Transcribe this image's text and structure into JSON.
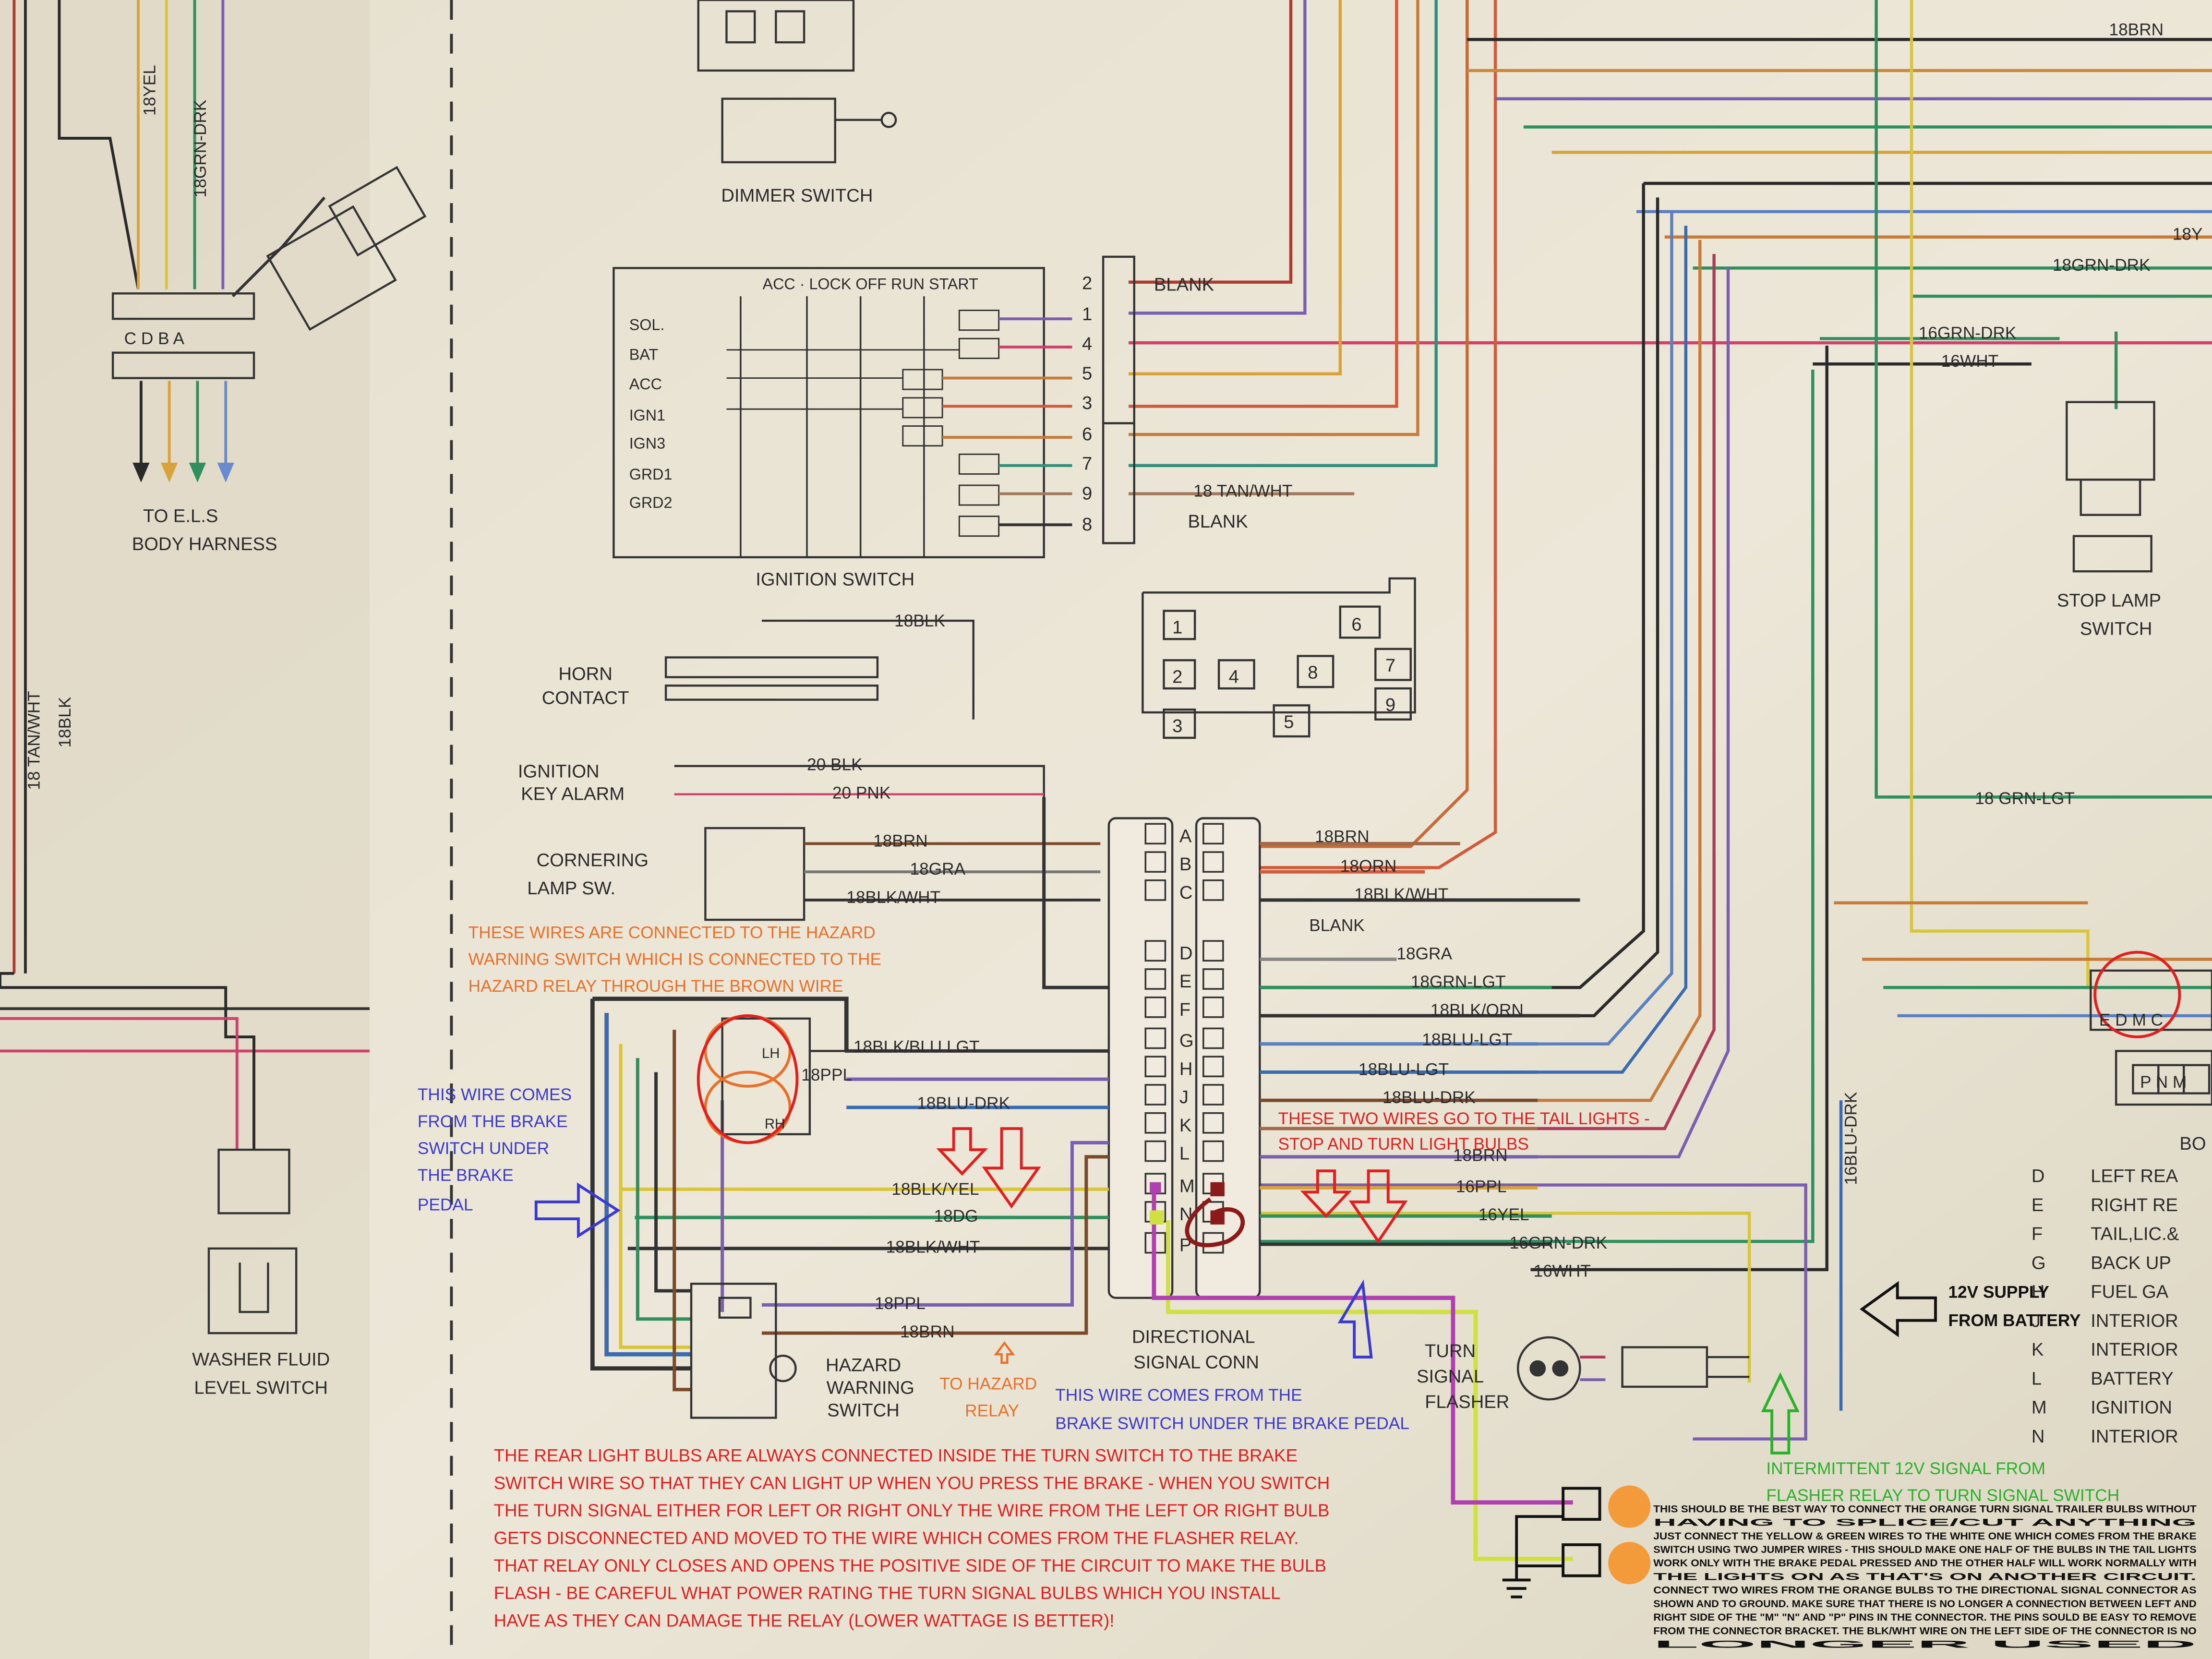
{
  "printed": {
    "v_18yel": "18YEL",
    "v_18grn_drk": "18GRN-DRK",
    "v_18tan_wht": "18 TAN/WHT",
    "v_18blk": "18BLK",
    "v_16blu_drk": "16BLU-DRK",
    "cdba": "C  D  B  A",
    "to_els": "TO E.L.S",
    "body_harness": "BODY HARNESS",
    "washer_fluid": "WASHER FLUID",
    "level_switch": "LEVEL SWITCH",
    "dimmer_switch": "DIMMER SWITCH",
    "ign_positions": "ACC · LOCK OFF RUN START",
    "sol": "SOL.",
    "bat": "BAT",
    "acc": "ACC",
    "ign1": "IGN1",
    "ign3": "IGN3",
    "grd1": "GRD1",
    "grd2": "GRD2",
    "ignition_switch": "IGNITION SWITCH",
    "blank": "BLANK",
    "tan_wht_18": "18 TAN/WHT",
    "blk_18": "18BLK",
    "horn": "HORN",
    "contact": "CONTACT",
    "blk_20": "20 BLK",
    "pnk_20": "20 PNK",
    "ignition": "IGNITION",
    "key_alarm": "KEY ALARM",
    "cornering": "CORNERING",
    "lamp_sw": "LAMP  SW.",
    "brn_18": "18BRN",
    "gra_18": "18GRA",
    "orn_18": "18ORN",
    "blk_wht_18": "18BLK/WHT",
    "blk_blu_lgt_18": "18BLK/BLU LGT",
    "ppl_18": "18PPL",
    "blu_drk_18": "18BLU-DRK",
    "blk_yel_18": "18BLK/YEL",
    "dg_18": "18DG",
    "grn_lgt_18": "18GRN-LGT",
    "grn_lgt_18_sp": "18 GRN-LGT",
    "blk_orn_18": "18BLK/ORN",
    "blu_lgt_18": "18BLU-LGT",
    "grn_drk_18": "18GRN-DRK",
    "ppl_16": "16PPL",
    "yel_16": "16YEL",
    "grn_drk_16": "16GRN-DRK",
    "wht_16": "16WHT",
    "y_18": "18Y",
    "lh": "LH",
    "rh": "RH",
    "hazard": "HAZARD",
    "warning": "WARNING",
    "switch": "SWITCH",
    "directional": "DIRECTIONAL",
    "signal_conn": "SIGNAL CONN",
    "stop_lamp": "STOP LAMP",
    "turn": "TURN",
    "signal": "SIGNAL",
    "flasher": "FLASHER",
    "edm": "E D M C",
    "pnm": "P N M",
    "bo": "BO"
  },
  "ignition_terminals": [
    "2",
    "1",
    "4",
    "5",
    "3",
    "6",
    "7",
    "9",
    "8"
  ],
  "fuse_numbers": [
    "1",
    "6",
    "2",
    "4",
    "8",
    "7",
    "9",
    "3",
    "5"
  ],
  "connector_pins": {
    "left": [
      "A",
      "B",
      "C",
      "D",
      "E",
      "F",
      "G",
      "H",
      "J",
      "K",
      "L",
      "M",
      "N",
      "P"
    ]
  },
  "legend": [
    {
      "letter": "D",
      "text": "LEFT REA"
    },
    {
      "letter": "E",
      "text": "RIGHT RE"
    },
    {
      "letter": "F",
      "text": "TAIL,LIC.&"
    },
    {
      "letter": "G",
      "text": "BACK UP"
    },
    {
      "letter": "H",
      "text": "FUEL GA"
    },
    {
      "letter": "J",
      "text": "INTERIOR"
    },
    {
      "letter": "K",
      "text": "INTERIOR"
    },
    {
      "letter": "L",
      "text": "BATTERY"
    },
    {
      "letter": "M",
      "text": "IGNITION"
    },
    {
      "letter": "N",
      "text": "INTERIOR"
    }
  ],
  "notes": {
    "hazard": [
      "THESE WIRES ARE CONNECTED TO THE HAZARD",
      "WARNING SWITCH WHICH IS CONNECTED TO THE",
      "HAZARD RELAY THROUGH THE BROWN WIRE"
    ],
    "brake_left": [
      "THIS WIRE COMES",
      "FROM THE BRAKE",
      "SWITCH UNDER",
      "THE BRAKE",
      "PEDAL"
    ],
    "tail_lights": [
      "THESE TWO WIRES GO TO THE TAIL LIGHTS -",
      "STOP AND TURN LIGHT BULBS"
    ],
    "to_hazard": [
      "TO HAZARD",
      "RELAY"
    ],
    "brake_bottom": [
      "THIS WIRE COMES FROM THE",
      "BRAKE SWITCH UNDER THE BRAKE PEDAL"
    ],
    "supply": [
      "12V SUPPLY",
      "FROM BATTERY"
    ],
    "flasher": [
      "INTERMITTENT 12V SIGNAL FROM",
      "FLASHER RELAY TO TURN SIGNAL SWITCH"
    ],
    "rear_bulbs": [
      "THE REAR LIGHT BULBS ARE ALWAYS CONNECTED INSIDE THE TURN SWITCH TO THE BRAKE",
      "SWITCH WIRE SO THAT THEY CAN LIGHT UP WHEN YOU PRESS THE BRAKE - WHEN YOU SWITCH",
      "THE TURN SIGNAL EITHER FOR LEFT OR RIGHT ONLY THE WIRE FROM THE LEFT OR RIGHT BULB",
      "GETS DISCONNECTED AND MOVED TO THE WIRE WHICH COMES FROM THE FLASHER RELAY.",
      "THAT RELAY ONLY CLOSES AND OPENS THE POSITIVE SIDE OF THE CIRCUIT TO MAKE THE BULB",
      "FLASH - BE CAREFUL WHAT POWER RATING THE TURN SIGNAL BULBS WHICH YOU INSTALL",
      "HAVE AS THEY CAN DAMAGE THE RELAY (LOWER WATTAGE IS BETTER)!"
    ],
    "jumper": [
      "THIS SHOULD BE THE BEST WAY TO CONNECT THE ORANGE TURN SIGNAL TRAILER BULBS WITHOUT",
      "HAVING TO SPLICE/CUT ANYTHING",
      "JUST CONNECT THE YELLOW & GREEN WIRES TO THE WHITE ONE WHICH COMES FROM THE BRAKE",
      "SWITCH USING TWO JUMPER WIRES - THIS SHOULD MAKE ONE HALF OF THE BULBS IN THE TAIL LIGHTS",
      "WORK ONLY WITH THE BRAKE PEDAL PRESSED AND THE OTHER HALF WILL WORK NORMALLY WITH",
      "THE LIGHTS ON AS THAT'S ON ANOTHER CIRCUIT.",
      "CONNECT TWO WIRES FROM THE ORANGE BULBS TO THE DIRECTIONAL SIGNAL CONNECTOR AS",
      "SHOWN AND TO GROUND. MAKE SURE THAT THERE IS NO LONGER A CONNECTION BETWEEN LEFT AND",
      "RIGHT SIDE OF THE \"M\" \"N\" AND \"P\" PINS IN THE CONNECTOR. THE PINS SOULD BE EASY TO REMOVE",
      "FROM THE CONNECTOR BRACKET. THE BLK/WHT WIRE ON THE LEFT SIDE OF THE CONNECTOR IS NO",
      "LONGER USED"
    ]
  }
}
